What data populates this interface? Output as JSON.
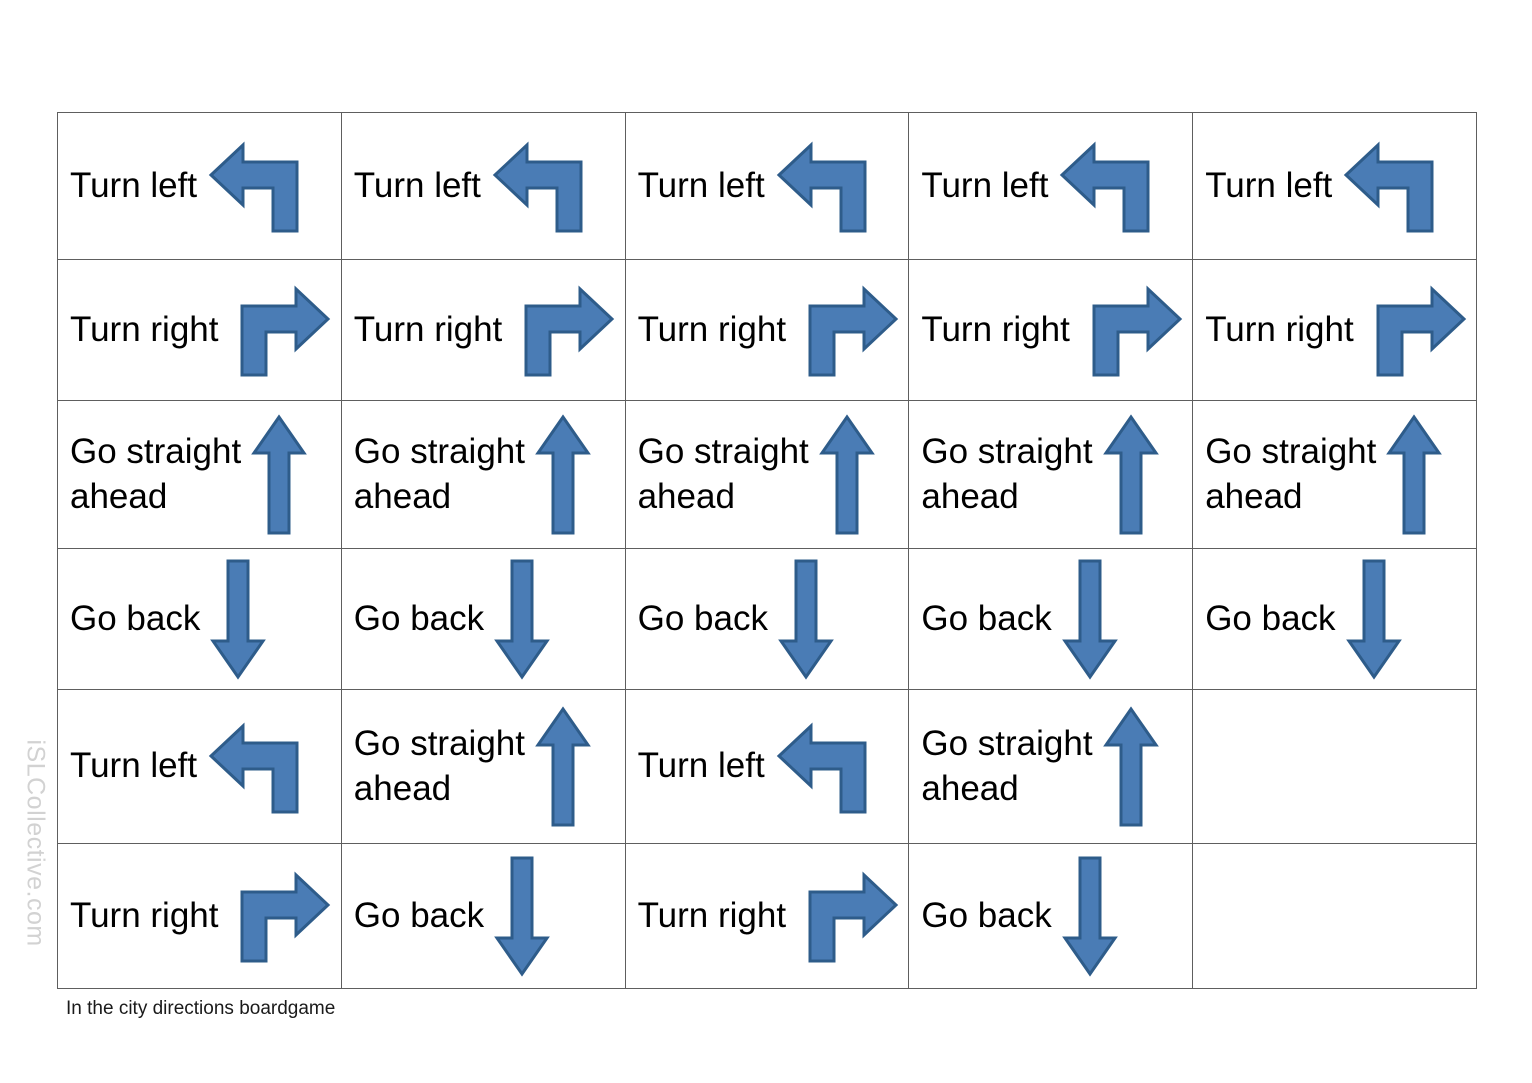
{
  "page": {
    "caption": "In the city directions boardgame",
    "watermark": "iSLCollective.com"
  },
  "colors": {
    "arrow_fill": "#4a7cb5",
    "arrow_stroke": "#2e5c8a",
    "grid_line": "#5e5e5e",
    "text": "#000000",
    "watermark": "#d2d2d2",
    "background": "#ffffff"
  },
  "board": {
    "columns": 5,
    "rows": 6,
    "cells": [
      [
        {
          "label": "Turn left",
          "icon": "arrow-turn-left-icon"
        },
        {
          "label": "Turn left",
          "icon": "arrow-turn-left-icon"
        },
        {
          "label": "Turn left",
          "icon": "arrow-turn-left-icon"
        },
        {
          "label": "Turn left",
          "icon": "arrow-turn-left-icon"
        },
        {
          "label": "Turn left",
          "icon": "arrow-turn-left-icon"
        }
      ],
      [
        {
          "label": "Turn right",
          "icon": "arrow-turn-right-icon"
        },
        {
          "label": "Turn right",
          "icon": "arrow-turn-right-icon"
        },
        {
          "label": "Turn right",
          "icon": "arrow-turn-right-icon"
        },
        {
          "label": "Turn right",
          "icon": "arrow-turn-right-icon"
        },
        {
          "label": "Turn right",
          "icon": "arrow-turn-right-icon"
        }
      ],
      [
        {
          "label": "Go straight\nahead",
          "icon": "arrow-up-icon"
        },
        {
          "label": "Go straight\nahead",
          "icon": "arrow-up-icon"
        },
        {
          "label": "Go straight\nahead",
          "icon": "arrow-up-icon"
        },
        {
          "label": "Go straight\nahead",
          "icon": "arrow-up-icon"
        },
        {
          "label": "Go straight\nahead",
          "icon": "arrow-up-icon"
        }
      ],
      [
        {
          "label": "Go back",
          "icon": "arrow-down-icon"
        },
        {
          "label": "Go back",
          "icon": "arrow-down-icon"
        },
        {
          "label": "Go back",
          "icon": "arrow-down-icon"
        },
        {
          "label": "Go back",
          "icon": "arrow-down-icon"
        },
        {
          "label": "Go back",
          "icon": "arrow-down-icon"
        }
      ],
      [
        {
          "label": "Turn left",
          "icon": "arrow-turn-left-icon"
        },
        {
          "label": "Go straight\nahead",
          "icon": "arrow-up-icon"
        },
        {
          "label": "Turn left",
          "icon": "arrow-turn-left-icon"
        },
        {
          "label": "Go straight\nahead",
          "icon": "arrow-up-icon"
        },
        {
          "label": "",
          "icon": ""
        }
      ],
      [
        {
          "label": "Turn right",
          "icon": "arrow-turn-right-icon"
        },
        {
          "label": "Go back",
          "icon": "arrow-down-icon"
        },
        {
          "label": "Turn right",
          "icon": "arrow-turn-right-icon"
        },
        {
          "label": "Go back",
          "icon": "arrow-down-icon"
        },
        {
          "label": "",
          "icon": ""
        }
      ]
    ]
  }
}
